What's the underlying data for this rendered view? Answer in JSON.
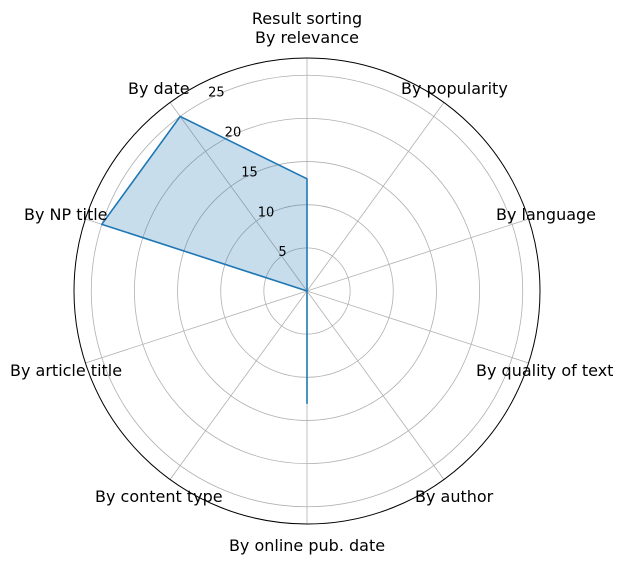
{
  "chart_data": {
    "type": "radar",
    "title": "Result sorting",
    "categories": [
      "By relevance",
      "By popularity",
      "By language",
      "By quality of text",
      "By author",
      "By online pub. date",
      "By content type",
      "By article title",
      "By NP title",
      "By date"
    ],
    "values": [
      13,
      0,
      0,
      0,
      0,
      13,
      0,
      0,
      25,
      25
    ],
    "radial_ticks": [
      5,
      10,
      15,
      20,
      25
    ],
    "rlim": [
      0,
      27
    ],
    "grid": true,
    "colors": {
      "line": "#1f77b4",
      "fill": "#1f77b4"
    }
  }
}
